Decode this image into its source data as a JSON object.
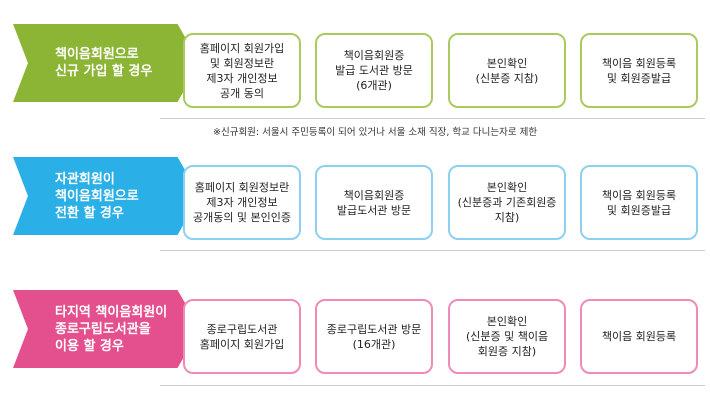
{
  "colors": {
    "green": "#8cb536",
    "green_border": "#a9cb5e",
    "blue": "#2ab0e6",
    "blue_border": "#8dd0ef",
    "pink": "#e4508e",
    "pink_border": "#ef8bb6"
  },
  "lanes": [
    {
      "title": "책이음회원으로\n신규 가입 할 경우",
      "steps": [
        "홈페이지 회원가입\n및 회원정보란\n제3자 개인정보\n공개 동의",
        "책이음회원증\n발급 도서관 방문\n(6개관)",
        "본인확인\n(신분증 지참)",
        "책이음 회원등록\n및 회원증발급"
      ],
      "note": "※신규회원: 서울시 주민등록이 되어 있거나 서울 소재 직장, 학교 다니는자로 제한"
    },
    {
      "title": "자관회원이\n책이음회원으로\n전환 할 경우",
      "steps": [
        "홈페이지 회원정보란\n제3자 개인정보\n공개동의 및 본인인증",
        "책이음회원증\n발급도서관 방문",
        "본인확인\n(신분증과 기존회원증\n지참)",
        "책이음 회원등록\n및 회원증발급"
      ]
    },
    {
      "title": "타지역 책이음회원이\n종로구립도서관을\n이용 할 경우",
      "steps": [
        "종로구립도서관\n홈페이지 회원가입",
        "종로구립도서관 방문\n(16개관)",
        "본인확인\n(신분증 및 책이음\n회원증 지참)",
        "책이음 회원등록"
      ]
    }
  ]
}
